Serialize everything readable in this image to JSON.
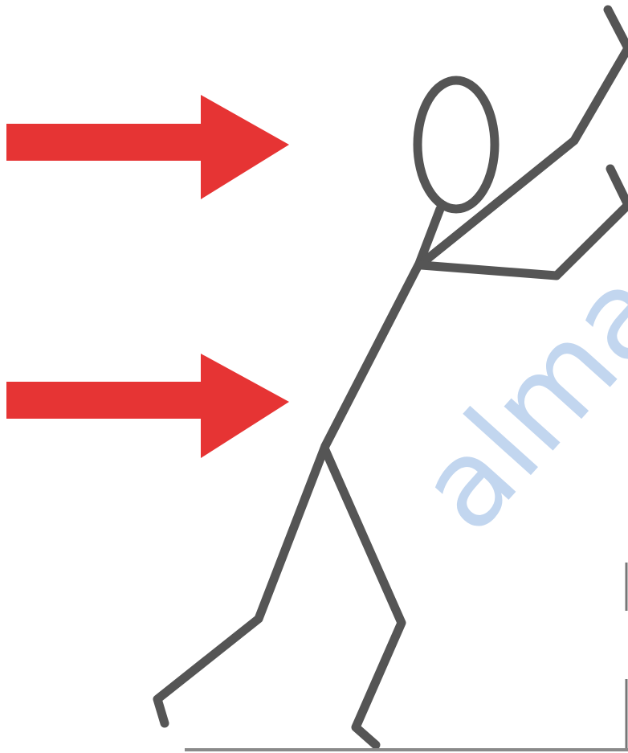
{
  "watermark": {
    "text": "alman",
    "color": "#8fb4e2"
  },
  "colors": {
    "background": "#ffffff",
    "arrow": "#e63434",
    "figure": "#555555",
    "floor": "#8a8a8a"
  },
  "figure": {
    "icon": "stick-figure-pushing-icon"
  },
  "arrows": [
    {
      "icon": "right-arrow-icon",
      "direction": "right"
    },
    {
      "icon": "right-arrow-icon",
      "direction": "right"
    }
  ]
}
